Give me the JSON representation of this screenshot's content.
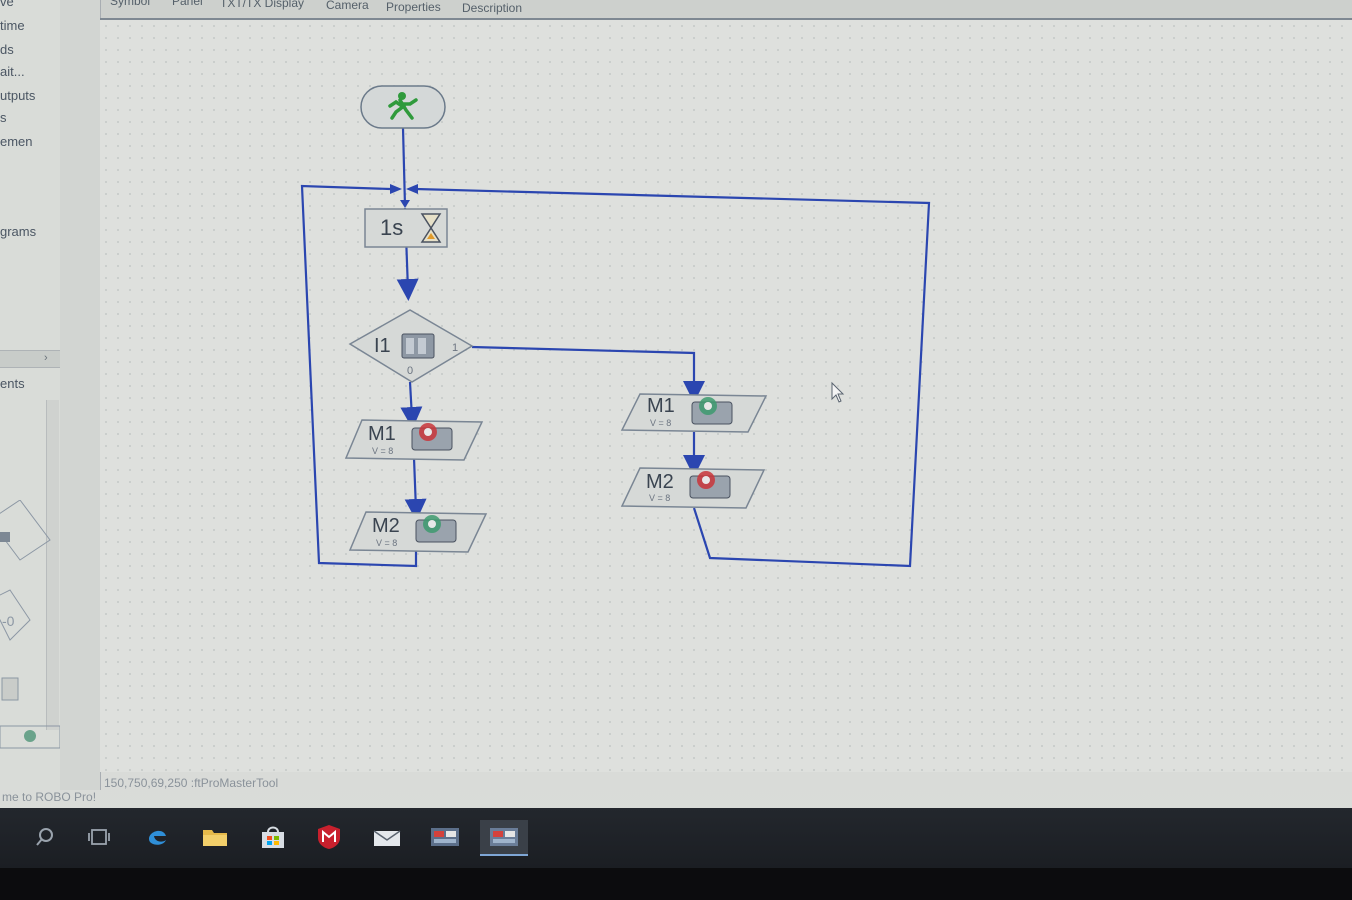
{
  "tabs": [
    "Symbol",
    "Panel",
    "TXT/TX Display",
    "Camera",
    "Properties",
    "Description"
  ],
  "left_panel": {
    "items": [
      "ve",
      "time",
      "ds",
      "ait...",
      "utputs",
      "s",
      "emen",
      "grams"
    ],
    "section_label": "ents"
  },
  "flowchart": {
    "start_icon": "running-man-icon",
    "wait_label": "1s",
    "wait_icon": "hourglass-icon",
    "branch_label": "I1",
    "branch_true": "1",
    "branch_false": "0",
    "left_motor1": {
      "label": "M1",
      "speed": "V = 8"
    },
    "left_motor2": {
      "label": "M2",
      "speed": "V = 8"
    },
    "right_motor1": {
      "label": "M1",
      "speed": "V = 8"
    },
    "right_motor2": {
      "label": "M2",
      "speed": "V = 8"
    },
    "line_color": "#2b46b0"
  },
  "status_text": "150,750,69,250 :ftProMasterTool",
  "welcome_text": "me to ROBO Pro!",
  "taskbar": [
    "search-icon",
    "task-view-icon",
    "edge-icon",
    "file-explorer-icon",
    "store-icon",
    "mcafee-icon",
    "mail-icon",
    "robo-pro-icon",
    "robo-pro-active-icon"
  ]
}
